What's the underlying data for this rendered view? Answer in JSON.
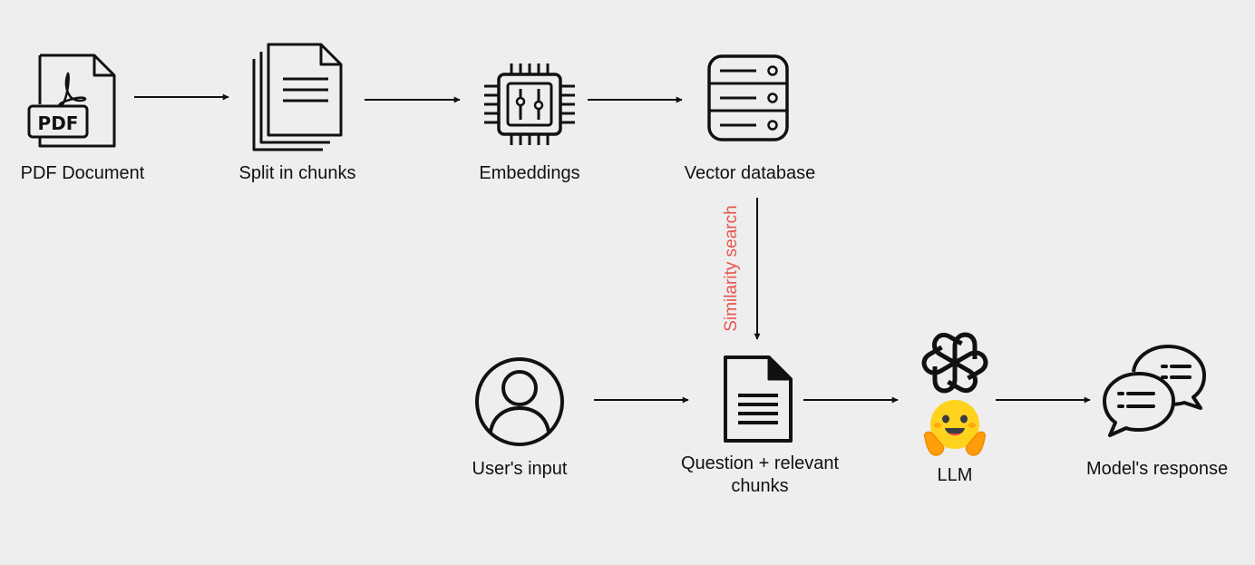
{
  "nodes": {
    "pdf": {
      "label": "PDF Document",
      "icon": "pdf-file-icon",
      "badge": "PDF"
    },
    "split": {
      "label": "Split in chunks",
      "icon": "stacked-documents-icon"
    },
    "embeddings": {
      "label": "Embeddings",
      "icon": "cpu-chip-icon"
    },
    "vector_db": {
      "label": "Vector database",
      "icon": "database-server-icon"
    },
    "user_input": {
      "label": "User's input",
      "icon": "user-circle-icon"
    },
    "question": {
      "label": "Question + relevant chunks",
      "icon": "document-icon"
    },
    "llm": {
      "label": "LLM",
      "icons": [
        "openai-logo-icon",
        "hugging-face-logo-icon"
      ]
    },
    "response": {
      "label": "Model's response",
      "icon": "chat-bubbles-icon"
    }
  },
  "edges": [
    {
      "from": "pdf",
      "to": "split"
    },
    {
      "from": "split",
      "to": "embeddings"
    },
    {
      "from": "embeddings",
      "to": "vector_db"
    },
    {
      "from": "vector_db",
      "to": "question",
      "label": "Similarity search"
    },
    {
      "from": "user_input",
      "to": "question"
    },
    {
      "from": "question",
      "to": "llm"
    },
    {
      "from": "llm",
      "to": "response"
    }
  ],
  "colors": {
    "background": "#eeeeee",
    "stroke": "#111111",
    "edge_label": "#e8554e",
    "hugging_face_yellow": "#ffd21e",
    "hugging_face_orange": "#ff9d0b"
  }
}
